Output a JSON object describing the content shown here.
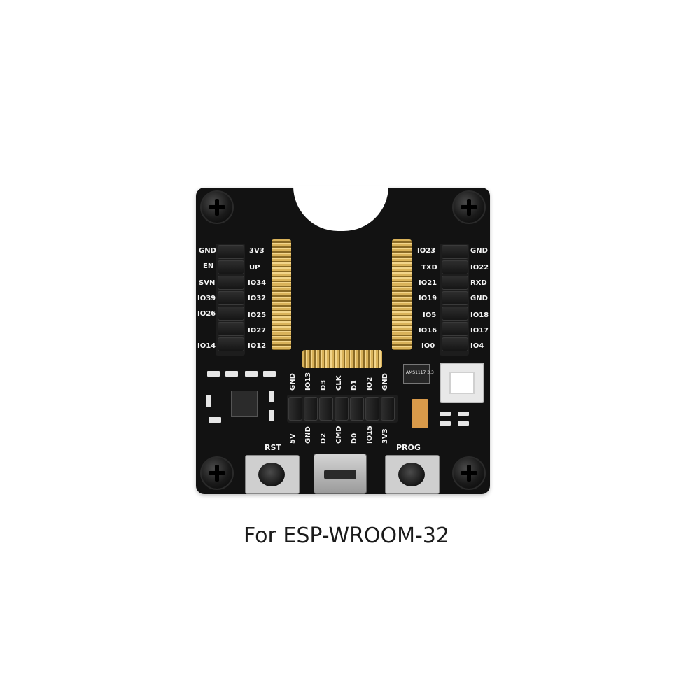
{
  "board": {
    "left_labels": [
      "GND",
      "EN",
      "SVN",
      "IO39",
      "IO26",
      "IO14"
    ],
    "left_inner_labels": [
      "3V3",
      "UP",
      "IO34",
      "IO32",
      "IO25",
      "IO27",
      "IO12"
    ],
    "right_inner_labels": [
      "IO23",
      "TXD",
      "IO21",
      "IO19",
      "IO5",
      "IO16",
      "IO0"
    ],
    "right_labels": [
      "GND",
      "IO22",
      "RXD",
      "GND",
      "IO18",
      "IO17",
      "IO4"
    ],
    "bottom_top_labels": [
      "GND",
      "IO13",
      "D3",
      "CLK",
      "D1",
      "IO2",
      "GND"
    ],
    "bottom_bottom_labels": [
      "5V",
      "GND",
      "D2",
      "CMD",
      "D0",
      "IO15",
      "3V3"
    ],
    "regulator_label": "AMS1117 3.3",
    "rst_label": "RST",
    "prog_label": "PROG"
  },
  "caption": "For ESP-WROOM-32"
}
